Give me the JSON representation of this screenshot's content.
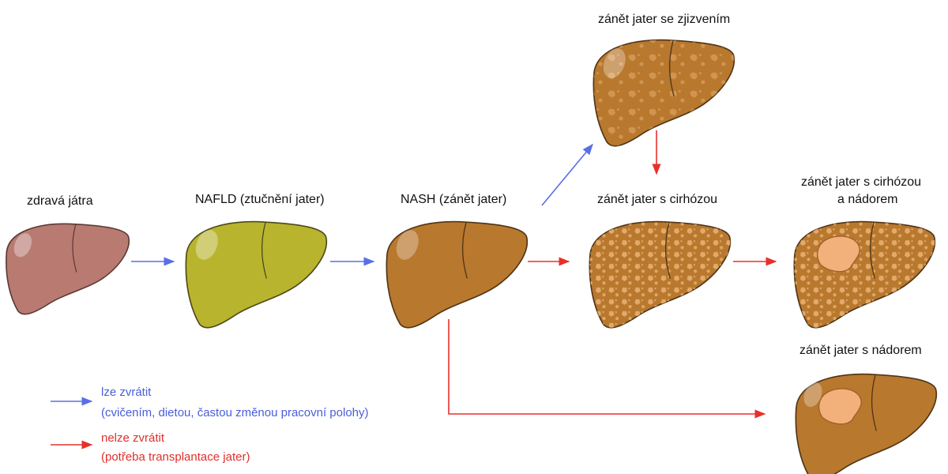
{
  "stages": {
    "healthy": {
      "label": "zdravá játra"
    },
    "nafld": {
      "label": "NAFLD (ztučnění jater)"
    },
    "nash": {
      "label": "NASH (zánět jater)"
    },
    "fibrosis": {
      "label": "zánět jater se zjizvením"
    },
    "cirrhosis": {
      "label": "zánět jater s cirhózou"
    },
    "cirrhosis_tumor": {
      "label_line1": "zánět jater s cirhózou",
      "label_line2": "a nádorem"
    },
    "tumor": {
      "label": "zánět jater s nádorem"
    }
  },
  "legend": {
    "reversible": {
      "line1": "lze zvrátit",
      "line2": "(cvičením, dietou, častou změnou pracovní polohy)"
    },
    "irreversible": {
      "line1": "nelze zvrátit",
      "line2": "(potřeba transplantace jater)"
    }
  },
  "colors": {
    "reversible_arrow": "#5a6ee6",
    "irreversible_arrow": "#e8302a",
    "healthy_liver": "#b97a72",
    "nafld_liver": "#b8b42e",
    "diseased_liver": "#b8782e",
    "tumor": "#f2b07a"
  }
}
